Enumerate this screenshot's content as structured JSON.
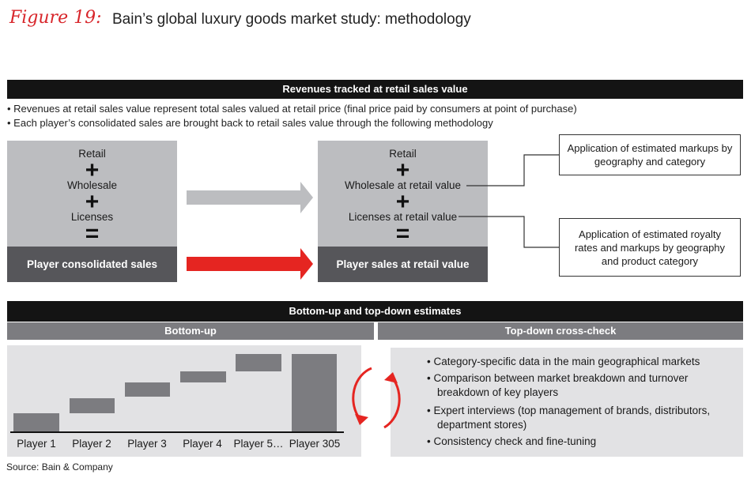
{
  "figure": {
    "prefix": "Figure 19:",
    "title": "Bain’s global luxury goods market study: methodology"
  },
  "section1": {
    "header": "Revenues tracked at retail sales value",
    "bullets": [
      "• Revenues at retail sales value represent total sales valued at retail price (final price paid by consumers at point of purchase)",
      "• Each player’s consolidated sales are brought back to retail sales value through the following methodology"
    ],
    "left_box": {
      "retail": "Retail",
      "plus1": "+",
      "wholesale": "Wholesale",
      "plus2": "+",
      "licenses": "Licenses",
      "equals": "=",
      "total": "Player consolidated sales"
    },
    "right_box": {
      "retail": "Retail",
      "plus1": "+",
      "wholesale": "Wholesale at retail value",
      "plus2": "+",
      "licenses": "Licenses at retail value",
      "equals": "=",
      "total": "Player sales at retail value"
    },
    "callouts": {
      "markups": "Application of estimated markups by geography and category",
      "royalty": "Application of estimated royalty rates and markups by geography and product category"
    },
    "colors": {
      "grey_arrow": "#bcbdc0",
      "red_arrow": "#e52521"
    }
  },
  "section2": {
    "header": "Bottom-up and top-down estimates",
    "bottom_up": {
      "label": "Bottom-up",
      "players": [
        "Player 1",
        "Player 2",
        "Player 3",
        "Player 4",
        "Player 5…",
        "Player 305"
      ]
    },
    "top_down": {
      "label": "Top-down cross-check",
      "items": [
        "Category-specific data in the main geographical markets",
        "Comparison between market breakdown and turnover breakdown of key players",
        "Expert interviews (top management of brands, distributors, department stores)",
        "Consistency check and fine-tuning"
      ]
    },
    "colors": {
      "cycle_arrows": "#e52521"
    }
  },
  "source": "Source: Bain & Company"
}
